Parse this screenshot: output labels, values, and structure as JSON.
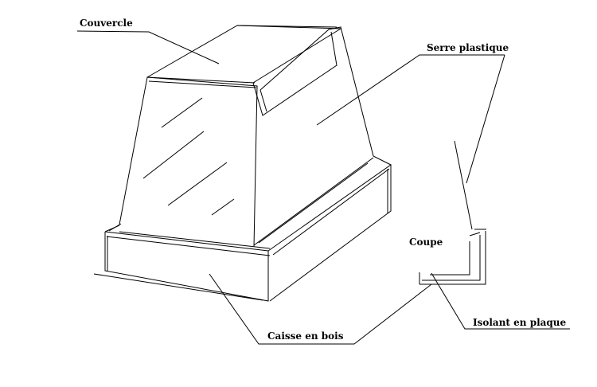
{
  "labels": {
    "couvercle": "Couvercle",
    "serre_plastique": "Serre plastique",
    "coupe": "Coupe",
    "isolant": "Isolant en plaque",
    "caisse": "Caisse en bois"
  },
  "colors": {
    "ink": "#000000",
    "background": "#ffffff"
  }
}
